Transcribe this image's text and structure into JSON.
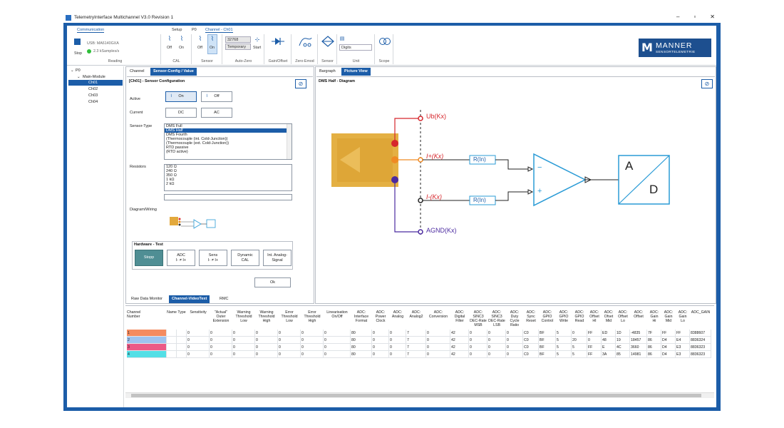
{
  "window": {
    "title": "TelemetryInterface Multichannel V3.0 Revision 1",
    "min": "–",
    "max": "▫",
    "close": "✕"
  },
  "ribbon": {
    "tabs": {
      "communication": "Communication",
      "setup": "Setup",
      "p0": "P0",
      "channel": "Channel - Ch01"
    },
    "stop_label": "Stop",
    "usb_device": "USB: MA6140GXA",
    "rate": "2.3 kSamples/s",
    "reading_label": "Reading",
    "cal": {
      "off": "Off",
      "on": "On",
      "label": "CAL"
    },
    "sensor_group": {
      "off": "Off",
      "on": "On",
      "label": "Sensor"
    },
    "autozero": {
      "value": "32768",
      "mode": "Temporary",
      "start": "Start",
      "label": "Auto-Zero"
    },
    "gain_offset_label": "Gain/Offset",
    "zero_emod_label": "Zero-Emod",
    "sensor_label": "Sensor",
    "unit": {
      "value": "Digits",
      "label": "Unit"
    },
    "scope_label": "Scope",
    "logo": {
      "name": "MANNER",
      "sub": "SENSORTELEMETRIE"
    }
  },
  "tree": {
    "root": "P0",
    "module": "Main-Module",
    "channels": [
      "Ch01",
      "Ch02",
      "Ch03",
      "Ch04"
    ]
  },
  "config_panel": {
    "tabs": [
      "Channel",
      "Sensor-Config / Value"
    ],
    "title": "[Ch01]  -  Sensor Configuration",
    "active_label": "Active",
    "active_on": "On",
    "active_off": "Off",
    "current_label": "Current",
    "dc": "DC",
    "ac": "AC",
    "sensor_type_label": "Sensor-Type",
    "sensor_types": [
      "DMS Full",
      "DMS Half",
      "DMS Fourth",
      "(Thermocouple (int. Cold-Junction))",
      "(Thermocouple (ext. Cold-Junction))",
      "RTD passive",
      "(RTD active)"
    ],
    "sensor_type_selected": 1,
    "resistors_label": "Resistors",
    "resistors": [
      "120 Ω",
      "240 Ω",
      "350 Ω",
      "1 kΩ",
      "2 kΩ"
    ],
    "diagram_label": "Diagram/Wiring",
    "hardware_title": "Hardware - Test",
    "hw_buttons": [
      "Stopp",
      "ADC\nI- ≠ I+",
      "Sens\nI- ≠ I+",
      "Dynamic\nCAL",
      "Int. Analog-\nSignal"
    ],
    "ok": "Ok"
  },
  "diagram_panel": {
    "tabs": [
      "Bargraph",
      "Picture View"
    ],
    "title": "DMS Half - Diagram",
    "labels": {
      "ub": "Ub(Kx)",
      "iplus": "I+(Kx)",
      "iminus": "I-(Kx)",
      "agnd": "AGND(Kx)",
      "rin": "R(In)",
      "minus": "−",
      "plus": "+",
      "a": "A",
      "d": "D"
    }
  },
  "grid": {
    "tabs": [
      "Raw Data Monitor",
      "Channel-VideoText",
      "RMC"
    ],
    "columns": [
      "Channel\nNumber",
      "Name",
      "Type",
      "Sensitivity",
      "\"Actual\"\nOuter\nExtension",
      "Warning\nThreshold\nLow",
      "Warning\nThreshold\nHigh",
      "Error\nThreshold\nLow",
      "Error\nThreshold\nHigh",
      "Linearisation\nOn/Off",
      "ADC:\nInterface\nFormat",
      "ADC:\nPower\nClock",
      "ADC:\nAnalog",
      "ADC:\nAnalog2",
      "ADC:\nConversion",
      "ADC:\nDigital\nFilter",
      "ADC:\nSINC3\nDEC-Rate\nMSB",
      "ADC:\nSINC3\nDEC-Rate\nLSB",
      "ADC:\nDuty\nCycle\nRatio",
      "ADC:\nSync\nReset",
      "ADC:\nGPIO\nControl",
      "ADC:\nGPIO\nWrite",
      "ADC:\nGPIO\nRead",
      "ADC:\nOffset\nHI",
      "ADC:\nOfset\nMid",
      "ADC:\nOffset\nLo",
      "ADC:\nOffset",
      "ADC:\nGain\nHi",
      "ADC:\nGain\nMid",
      "ADC:\nGain\nLo",
      "ADC_GAIN"
    ],
    "rows": [
      {
        "color": "#f48b5f",
        "cells": [
          "1",
          "",
          "",
          "0",
          "0",
          "0",
          "0",
          "0",
          "0",
          "0",
          "80",
          "0",
          "0",
          "7",
          "0",
          "42",
          "0",
          "0",
          "0",
          "C0",
          "BF",
          "5",
          "0",
          "FF",
          "ED",
          "1D",
          "-4835",
          "7F",
          "FF",
          "FF",
          "8388607"
        ]
      },
      {
        "color": "#9ec3ef",
        "cells": [
          "2",
          "",
          "",
          "0",
          "0",
          "0",
          "0",
          "0",
          "0",
          "0",
          "80",
          "0",
          "0",
          "7",
          "0",
          "42",
          "0",
          "0",
          "0",
          "C0",
          "BF",
          "5",
          "20",
          "0",
          "48",
          "19",
          "18457",
          "86",
          "D4",
          "E4",
          "8836324"
        ]
      },
      {
        "color": "#ec5a86",
        "cells": [
          "3",
          "",
          "",
          "0",
          "0",
          "0",
          "0",
          "0",
          "0",
          "0",
          "80",
          "0",
          "0",
          "7",
          "0",
          "42",
          "0",
          "0",
          "0",
          "C0",
          "BF",
          "5",
          "5",
          "FF",
          "E",
          "4C",
          "3660",
          "86",
          "D4",
          "E3",
          "8836323"
        ]
      },
      {
        "color": "#53dfe6",
        "cells": [
          "4",
          "",
          "",
          "0",
          "0",
          "0",
          "0",
          "0",
          "0",
          "0",
          "80",
          "0",
          "0",
          "7",
          "0",
          "42",
          "0",
          "0",
          "0",
          "C0",
          "BF",
          "5",
          "5",
          "FF",
          "3A",
          "85",
          "14981",
          "86",
          "D4",
          "E3",
          "8836323"
        ]
      }
    ]
  },
  "colors": {
    "accent": "#1c5da8",
    "brand": "#1d4f8f",
    "diagram_line": "#2a9bd6"
  }
}
